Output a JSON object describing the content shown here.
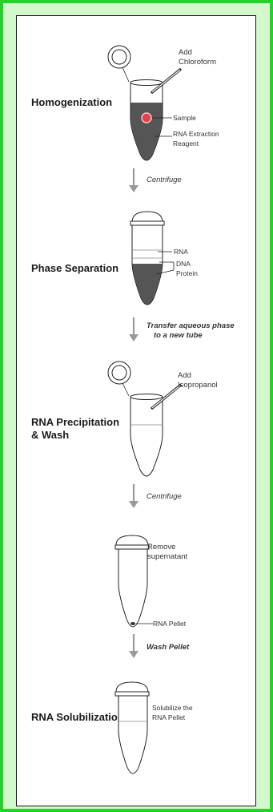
{
  "steps": [
    {
      "title": "Homogenization",
      "labels": [
        "Add",
        "Chloroform",
        "Sample",
        "RNA Extraction",
        "Reagent"
      ]
    },
    {
      "title": "Phase Separation",
      "labels": [
        "RNA",
        "DNA",
        "Protein"
      ]
    },
    {
      "title_lines": [
        "RNA Precipitation",
        "& Wash"
      ],
      "labels": [
        "Add",
        "Isopropanol"
      ]
    },
    {
      "labels": [
        "Remove",
        "supernatant",
        "RNA Pellet"
      ]
    },
    {
      "title": "RNA Solubilization",
      "labels": [
        "Solubilize the",
        "RNA Pellet"
      ]
    }
  ],
  "actions": [
    {
      "lines": [
        "Centrifuge"
      ]
    },
    {
      "lines": [
        "Transfer aqueous phase",
        "to a new tube"
      ]
    },
    {
      "lines": [
        "Centrifuge"
      ]
    },
    {
      "lines": [
        "Wash Pellet"
      ]
    }
  ],
  "colors": {
    "outer_background": "#d4f7cc",
    "outer_border": "#22d42a",
    "panel_background": "#ffffff",
    "sample_fill": "#555555",
    "sample_dot": "#e8404a",
    "arrow": "#9a9a9a"
  }
}
